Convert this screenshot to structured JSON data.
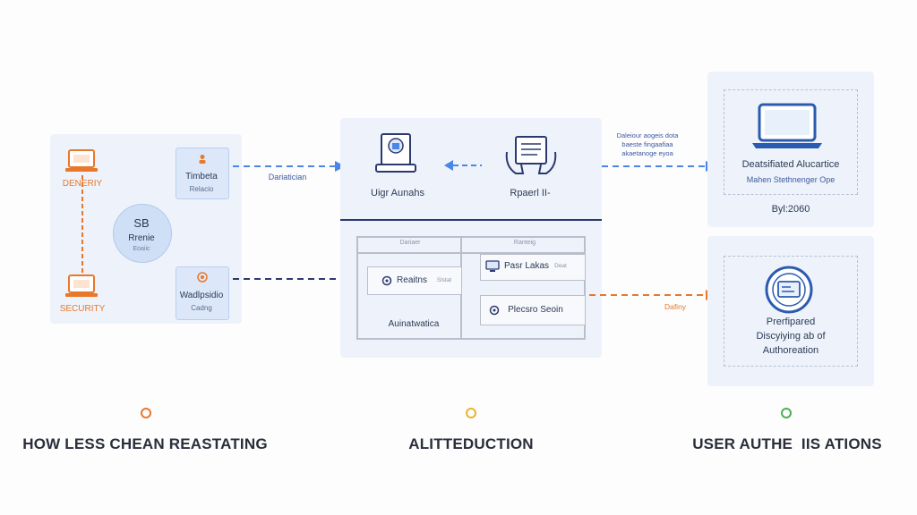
{
  "left_panel": {
    "top_icon_label": "DENERIY",
    "bottom_icon_label": "SECURITY",
    "top_box": {
      "title": "Timbeta",
      "subtitle": "Relacio"
    },
    "circle": {
      "title": "SB",
      "line2": "Rrenie",
      "line3": "Eoaiic"
    },
    "bottom_box": {
      "title": "Wadlpsidio",
      "subtitle": "Cadng"
    }
  },
  "connectors": {
    "left_to_middle_label": "Dariatician",
    "middle_to_right_top_label": [
      "Daleiour aogeis dota",
      "baeste fingaafiaa",
      "akaetanoge eyoa"
    ],
    "middle_to_right_bottom_label": "Dafiny"
  },
  "middle_panel": {
    "top_left_label": "Uigr Aunahs",
    "top_right_label": "Rpaerl II-",
    "grid": {
      "col1_header": "Dariaer",
      "col2_header": "Ranteig",
      "cell_left_row1": "Reaitns",
      "cell_left_row1_tag": "Slstat",
      "cell_left_bottom": "Auinatwatica",
      "cell_right_row1": "Pasr Lakas",
      "cell_right_row1_tag": "Deat",
      "cell_right_row2": "Plecsro Seoin"
    }
  },
  "right_top_panel": {
    "title": "Deatsifiated Alucartice",
    "subtitle": "Mahen Stethnenger Ope",
    "footer": "Byl:2060"
  },
  "right_bottom_panel": {
    "line1": "Prerfipared",
    "line2": "Discyiying ab of",
    "line3": "Authoreation"
  },
  "captions": [
    {
      "text": "HOW LESS CHEAN REASTATING",
      "dot_color": "#e8782a"
    },
    {
      "text": "ALITTEDUCTION",
      "dot_color": "#e8b52a"
    },
    {
      "text": "USER AUTHE  IIS ATIONS",
      "dot_color": "#4caf50"
    }
  ],
  "colors": {
    "blue_arrow": "#4a86e8",
    "navy_line": "#2b3a6e",
    "orange_arrow": "#e8782a",
    "panel": "#eef3fb"
  }
}
